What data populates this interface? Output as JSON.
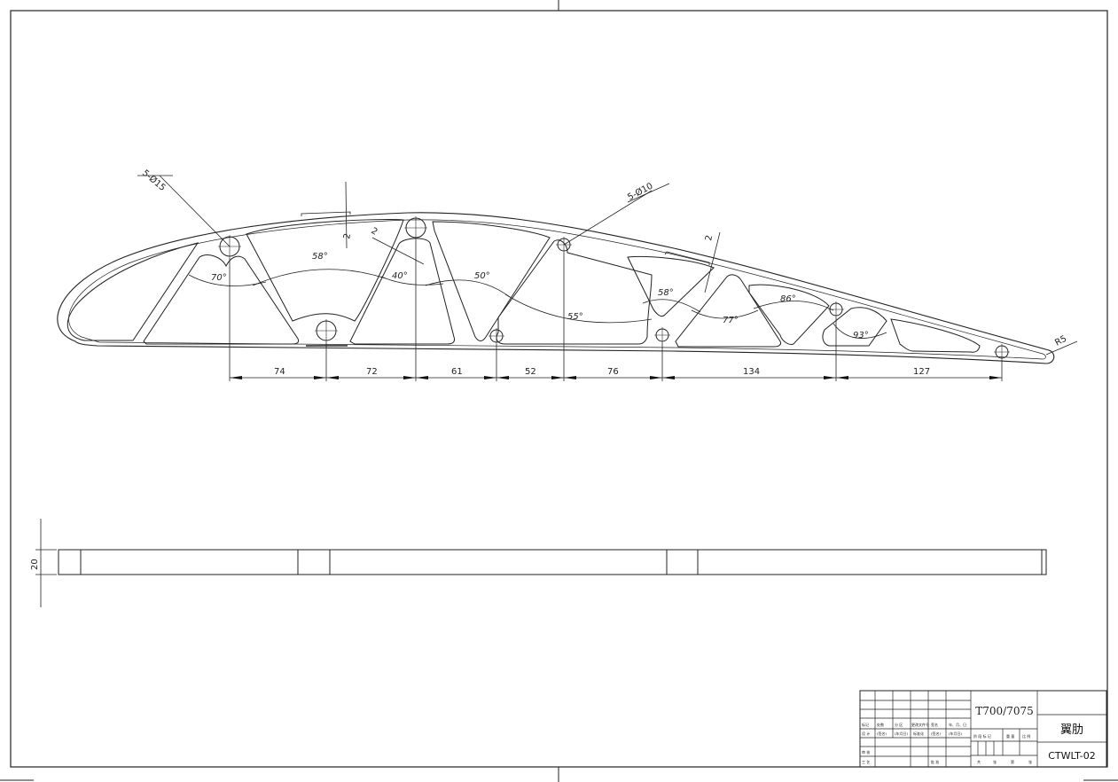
{
  "dimensions": {
    "spacings": [
      "74",
      "72",
      "61",
      "52",
      "76",
      "134",
      "127"
    ],
    "hole_large": "5-Ø15",
    "hole_small": "5-Ø10",
    "radius": "R5",
    "thickness": "20",
    "flange_1": "2",
    "flange_2": "2",
    "flange_3": "2"
  },
  "angles": [
    "70°",
    "58°",
    "40°",
    "50°",
    "55°",
    "58°",
    "77°",
    "86°",
    "93°"
  ],
  "title_block": {
    "material": "T700/7075",
    "part_name": "翼肋",
    "drawing_no": "CTWLT-02",
    "row_labels": [
      "标记",
      "处数",
      "分 区",
      "更改文件号",
      "签名",
      "年、月、日"
    ],
    "design_row": [
      "设 计",
      "(签名)",
      "(年月日)",
      "标准化",
      "(签名)",
      "(年月日)"
    ],
    "stage_headers": [
      "阶 段 标 记",
      "重 量",
      "比 例"
    ],
    "review": "审 核",
    "process": "工 艺",
    "approve": "批 准",
    "sheets": [
      "共",
      "张",
      "第",
      "张"
    ]
  }
}
